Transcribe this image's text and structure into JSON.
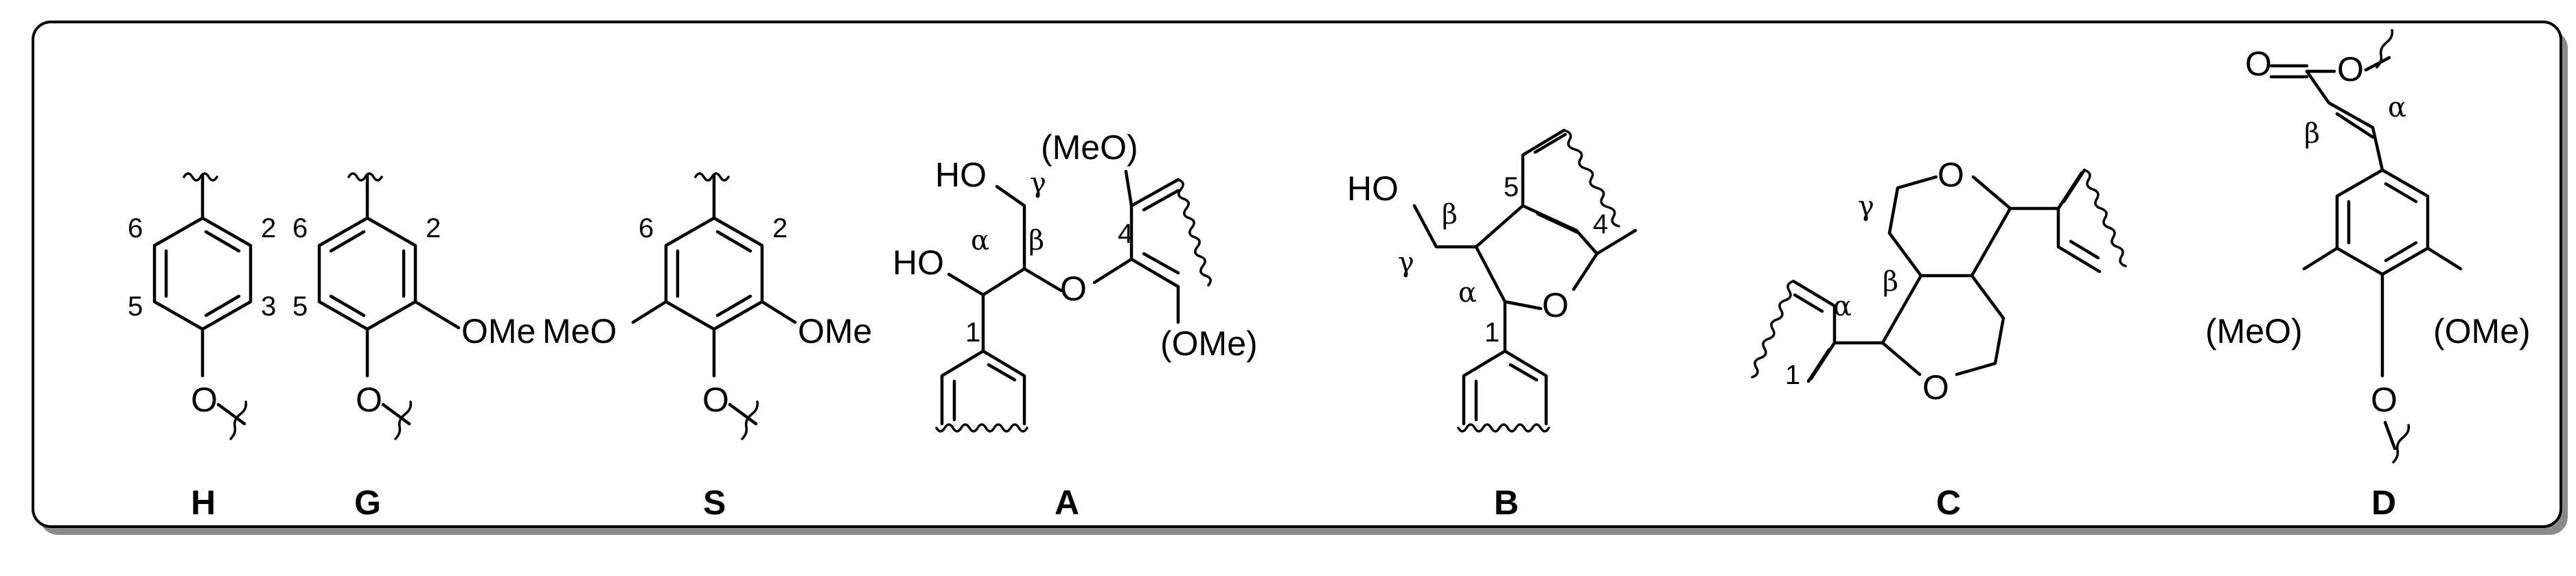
{
  "labels": {
    "H": "H",
    "G": "G",
    "S": "S",
    "A": "A",
    "B": "B",
    "C": "C",
    "D": "D"
  },
  "atoms": {
    "O": "O",
    "OMe": "OMe",
    "MeO": "MeO",
    "HO": "HO",
    "MeO_paren": "(MeO)",
    "OMe_paren": "(OMe)"
  },
  "positions": {
    "p1": "1",
    "p2": "2",
    "p3": "3",
    "p4": "4",
    "p5": "5",
    "p6": "6"
  },
  "greek": {
    "alpha": "α",
    "beta": "β",
    "gamma": "γ"
  },
  "colors": {
    "ink": "#000000",
    "frame_shadow": "#8a8a8a",
    "background": "#ffffff"
  }
}
